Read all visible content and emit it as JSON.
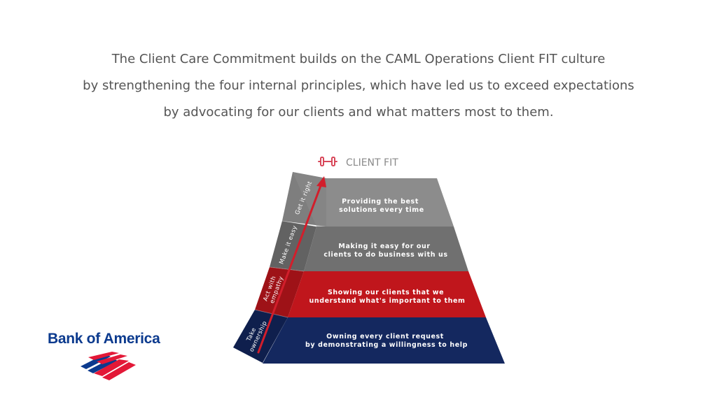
{
  "intro": {
    "lines": [
      "The Client Care Commitment builds on the CAML Operations Client FIT culture",
      "by strengthening the four internal principles, which have led us to exceed expectations",
      "by advocating for our clients and what matters most to them."
    ]
  },
  "header_label": "CLIENT FIT",
  "tiers": [
    {
      "side_label_lines": [
        "Get it right"
      ],
      "desc_lines": [
        "Providing the best",
        "solutions every time"
      ]
    },
    {
      "side_label_lines": [
        "Make it easy"
      ],
      "desc_lines": [
        "Making it easy for our",
        "clients to do business with us"
      ]
    },
    {
      "side_label_lines": [
        "Act with",
        "empathy"
      ],
      "desc_lines": [
        "Showing our clients that we",
        "understand what's important to them"
      ]
    },
    {
      "side_label_lines": [
        "Take",
        "ownership"
      ],
      "desc_lines": [
        "Owning every client request",
        "by demonstrating a willingness to help"
      ]
    }
  ],
  "logo": {
    "wordmark": "Bank of America"
  },
  "colors": {
    "text_gray": "#555555",
    "tier_gray_light": "#8c8c8c",
    "tier_gray_dark": "#707070",
    "tier_red": "#c0161c",
    "tier_navy": "#14285f",
    "arrow_red": "#d21e2b",
    "brand_blue": "#0b3a8e",
    "brand_red": "#e31837"
  }
}
